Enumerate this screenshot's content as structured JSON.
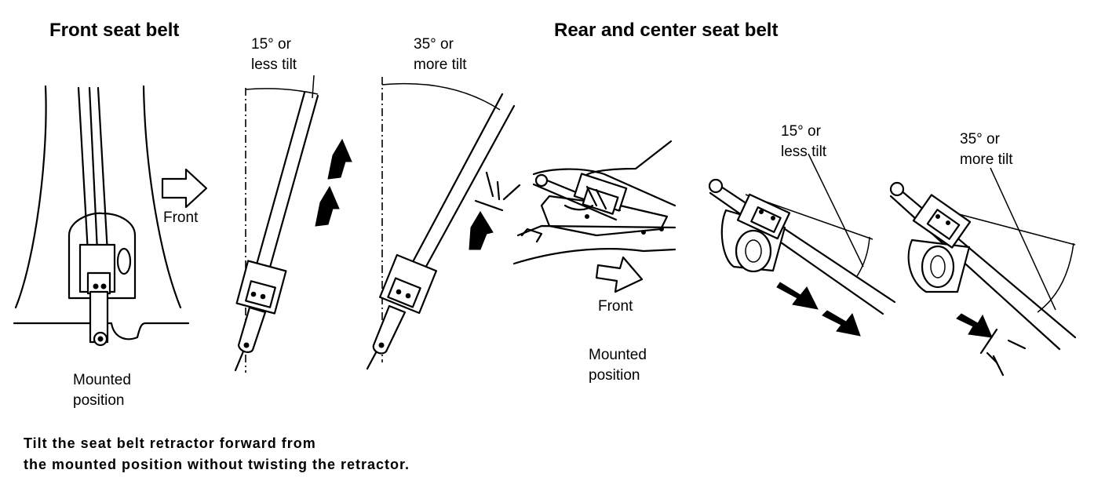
{
  "headings": {
    "front": "Front seat belt",
    "rear": "Rear and center seat belt"
  },
  "labels": {
    "front_arrow": "Front",
    "front_mounted": "Mounted\nposition",
    "front_tilt_15": "15° or\nless tilt",
    "front_tilt_35": "35° or\nmore tilt",
    "rear_arrow": "Front",
    "rear_mounted": "Mounted\nposition",
    "rear_tilt_15": "15° or\nless tilt",
    "rear_tilt_35": "35° or\nmore tilt"
  },
  "caption": "Tilt the seat belt retractor forward from\nthe mounted position without twisting the retractor."
}
